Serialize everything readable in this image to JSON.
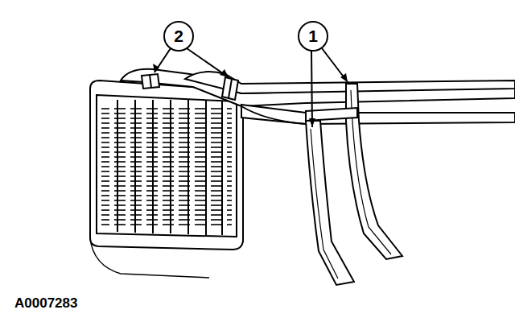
{
  "diagram": {
    "labels": [
      "2",
      "1",
      "A0007283"
    ]
  }
}
